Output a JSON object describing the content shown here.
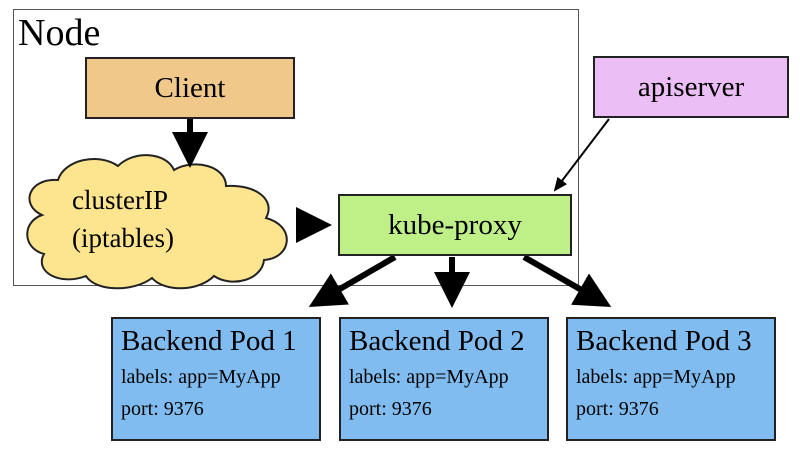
{
  "node": {
    "title": "Node"
  },
  "client": {
    "label": "Client"
  },
  "apiserver": {
    "label": "apiserver"
  },
  "cluster_ip": {
    "line1": "clusterIP",
    "line2": "(iptables)"
  },
  "kube_proxy": {
    "label": "kube-proxy"
  },
  "pods": [
    {
      "title": "Backend Pod 1",
      "labels": "labels: app=MyApp",
      "port": "port: 9376"
    },
    {
      "title": "Backend Pod 2",
      "labels": "labels: app=MyApp",
      "port": "port: 9376"
    },
    {
      "title": "Backend Pod 3",
      "labels": "labels: app=MyApp",
      "port": "port: 9376"
    }
  ],
  "colors": {
    "client": "#f0c98a",
    "apiserver": "#ebbff5",
    "kube_proxy": "#bff087",
    "cluster_ip": "#fde58f",
    "pod": "#80bcef"
  }
}
